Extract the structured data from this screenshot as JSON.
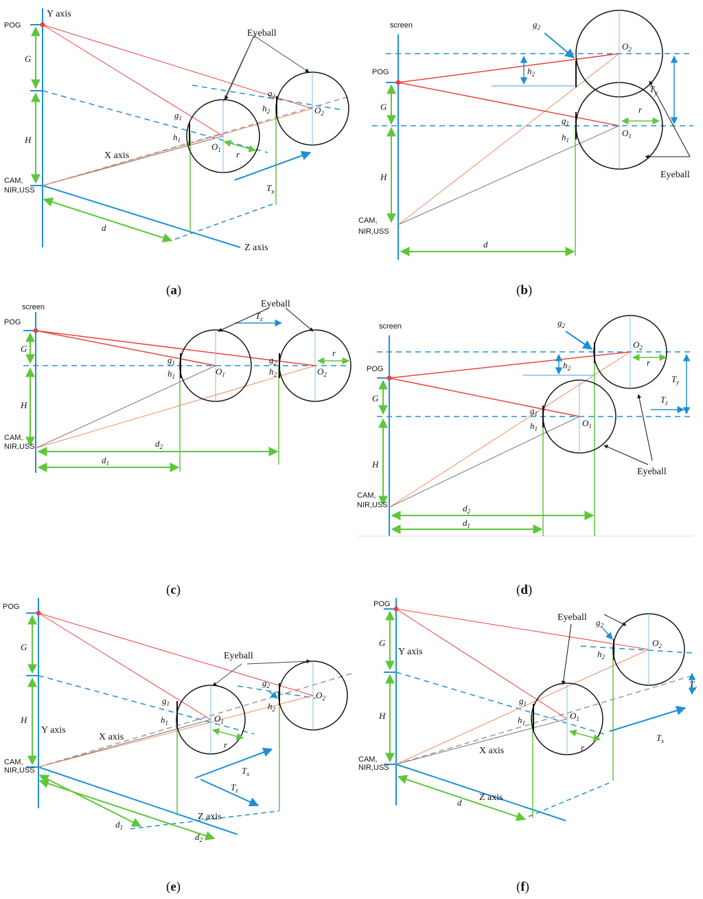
{
  "colors": {
    "axis_blue": "#1e8fd6",
    "dim_green": "#5fc63a",
    "gaze_red": "#e8433f",
    "ray_orange": "#f08a5d",
    "ray_grey": "#777777",
    "thin_blue": "#7cc0ea",
    "ink": "#111111"
  },
  "labels": {
    "pog": "POG",
    "y_axis": "Y axis",
    "x_axis": "X axis",
    "z_axis": "Z axis",
    "screen": "screen",
    "eyeball": "Eyeball",
    "cam_line1": "CAM,",
    "cam_line2": "NIR,USS",
    "G": "G",
    "H": "H",
    "r": "r",
    "d": "d",
    "d1": "d",
    "d2": "d",
    "d1_sub": "1",
    "d2_sub": "2",
    "g": "g",
    "h": "h",
    "O": "O",
    "T": "T",
    "sub1": "1",
    "sub2": "2",
    "x": "x",
    "y": "y",
    "z": "z"
  },
  "panels": [
    {
      "id": "a",
      "caption_open": "(",
      "caption_letter": "a",
      "caption_close": ")"
    },
    {
      "id": "b",
      "caption_open": "(",
      "caption_letter": "b",
      "caption_close": ")"
    },
    {
      "id": "c",
      "caption_open": "(",
      "caption_letter": "c",
      "caption_close": ")"
    },
    {
      "id": "d",
      "caption_open": "(",
      "caption_letter": "d",
      "caption_close": ")"
    },
    {
      "id": "e",
      "caption_open": "(",
      "caption_letter": "e",
      "caption_close": ")"
    },
    {
      "id": "f",
      "caption_open": "(",
      "caption_letter": "f",
      "caption_close": ")"
    }
  ]
}
